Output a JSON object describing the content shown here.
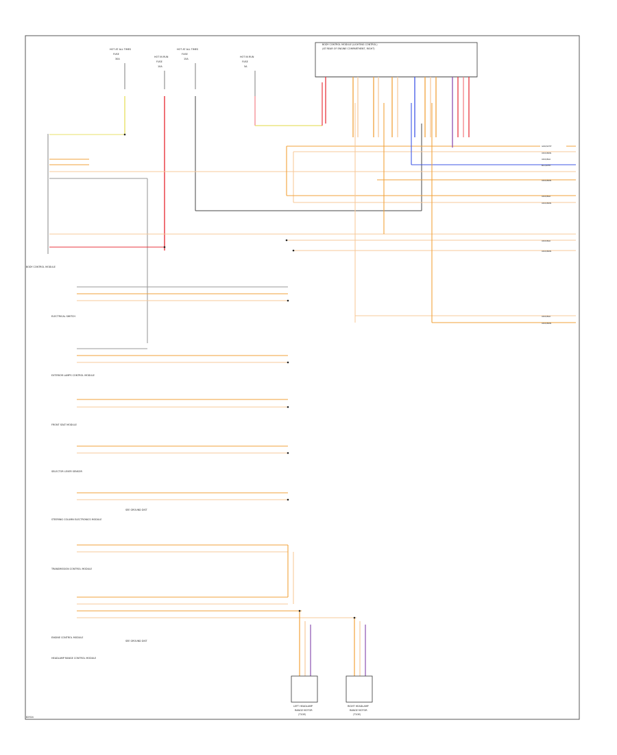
{
  "diagram": {
    "frame_id": "82924",
    "header_box_line1": "BODY CONTROL MODULE (LIGHTING CONTROL)",
    "header_box_line2": "(AT REAR OF ENGINE COMPARTMENT, RIGHT)",
    "fuse_modules": [
      {
        "line1": "HOT AT ALL TIMES",
        "line2": "FUSE",
        "line3": "30A"
      },
      {
        "line1": "HOT IN RUN",
        "line2": "FUSE",
        "line3": "10A"
      },
      {
        "line1": "HOT AT ALL TIMES",
        "line2": "FUSE",
        "line3": "15A"
      },
      {
        "line1": "HOT IN RUN",
        "line2": "FUSE",
        "line3": "5A"
      }
    ],
    "bcm_left_group_label": "BODY CONTROL MODULE",
    "components": [
      {
        "name": "ELECTRICAL SWITCH"
      },
      {
        "name": "EXTERIOR LAMPS CONTROL MODULE"
      },
      {
        "name": "FRONT SEAT MODULE"
      },
      {
        "name": "SELECTOR LEVER SENSOR"
      },
      {
        "name": "STEERING COLUMN ELECTRONICS MODULE"
      },
      {
        "name": "TRANSMISSION CONTROL MODULE"
      },
      {
        "name": "ENGINE CONTROL MODULE"
      },
      {
        "name": "HEADLAMP RANGE CONTROL MODULE"
      }
    ],
    "splice_label_a": "SEE GROUND DIST",
    "splice_label_b": "SEE GROUND DIST",
    "bottom_components": [
      {
        "line1": "LEFT HEADLAMP",
        "line2": "RANGE MOTOR",
        "line3": "(T10E)"
      },
      {
        "line1": "RIGHT HEADLAMP",
        "line2": "RANGE MOTOR",
        "line3": "(T10E)"
      }
    ],
    "right_edge_labels": [
      {
        "text": "GRN/WHT"
      },
      {
        "text": "ORN/BRN"
      },
      {
        "text": "ORN/BLK"
      },
      {
        "text": "BLU/WHT"
      },
      {
        "text": "ORN/BRN"
      },
      {
        "text": "ORN/BLK"
      },
      {
        "text": "ORN/BRN"
      },
      {
        "text": "ORN/BLK"
      },
      {
        "text": "ORN/BRN"
      },
      {
        "text": "ORN/BLK"
      },
      {
        "text": "ORN/BRN"
      }
    ],
    "colors": {
      "orange": "#f2a23a",
      "light_orange": "#f7c99a",
      "red": "#e8343c",
      "pink": "#f47f86",
      "blue": "#3d55e6",
      "purple": "#8a4fb0",
      "gray": "#9a9a9a",
      "dark": "#444444",
      "yellow": "#e8e067",
      "tan": "#d4b07a",
      "frame": "#555555"
    }
  }
}
